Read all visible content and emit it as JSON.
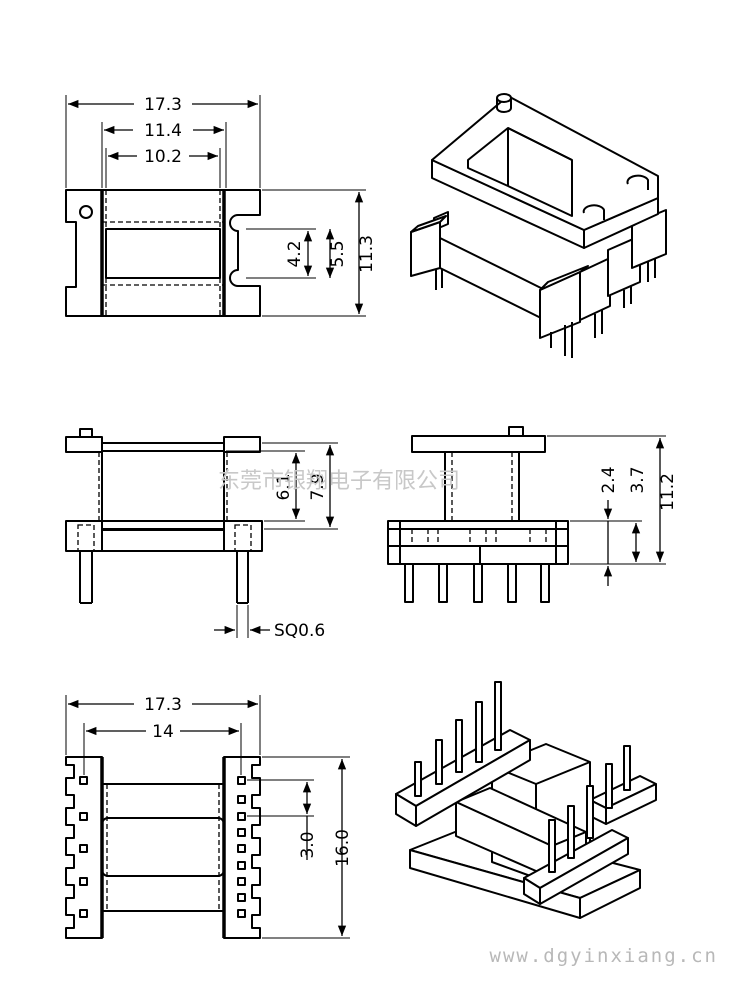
{
  "dimensions": {
    "top_overall_width": "17.3",
    "top_slot_width": "11.4",
    "top_window_width": "10.2",
    "top_slot_height": "4.2",
    "top_window_height": "5.5",
    "top_overall_height": "11.3",
    "side_inner_height": "6.1",
    "side_overall_height": "7.9",
    "pin_square": "SQ0.6",
    "front_base_height": "2.4",
    "front_flange_height": "3.7",
    "front_overall_height": "11.2",
    "bottom_overall_width": "17.3",
    "bottom_pin_span": "14",
    "bottom_pin_pitch": "3.0",
    "bottom_overall_height": "16.0"
  },
  "watermark": {
    "company": "东莞市银翔电子有限公司",
    "website": "www.dgyinxiang.cn"
  }
}
